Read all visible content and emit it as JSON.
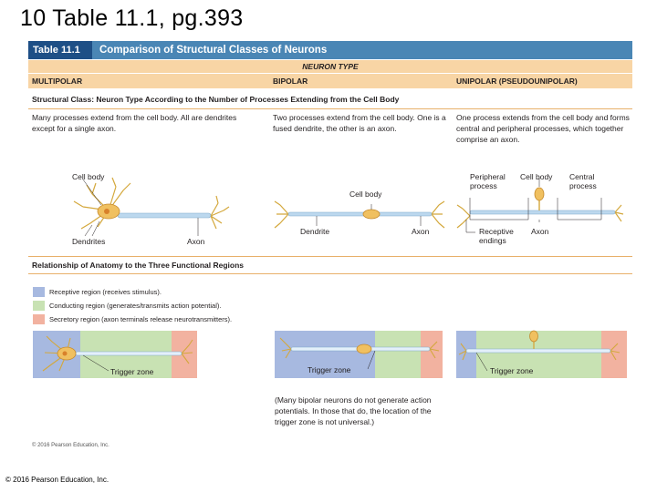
{
  "slide_title": "10 Table 11.1, pg.393",
  "table": {
    "number": "Table 11.1",
    "title": "Comparison of Structural Classes of Neurons",
    "neuron_type_header": "NEURON TYPE",
    "columns": [
      "MULTIPOLAR",
      "BIPOLAR",
      "UNIPOLAR (PSEUDOUNIPOLAR)"
    ],
    "section1": "Structural Class: Neuron Type According to the Number of Processes Extending from the Cell Body",
    "descriptions": [
      "Many processes extend from the cell body. All are dendrites except for a single axon.",
      "Two processes extend from the cell body. One is a fused dendrite, the other is an axon.",
      "One process extends from the cell body and forms central and peripheral processes, which together comprise an axon."
    ],
    "labels": {
      "cell_body": "Cell body",
      "dendrites": "Dendrites",
      "axon": "Axon",
      "dendrite": "Dendrite",
      "peripheral_process": "Peripheral process",
      "central_process": "Central process",
      "receptive_endings": "Receptive endings",
      "trigger_zone": "Trigger zone"
    },
    "section2": "Relationship of Anatomy to the Three Functional Regions",
    "legend": [
      {
        "label": "Receptive region (receives stimulus).",
        "color": "#a7b9e0"
      },
      {
        "label": "Conducting region (generates/transmits action potential).",
        "color": "#c8e2b3"
      },
      {
        "label": "Secretory region (axon terminals release neurotransmitters).",
        "color": "#f2b2a0"
      }
    ],
    "bipolar_note": "(Many bipolar neurons do not generate action potentials. In those that do, the location of the trigger zone is not universal.)",
    "copyright_small": "© 2016 Pearson Education, Inc."
  },
  "copyright": "© 2016 Pearson Education, Inc."
}
